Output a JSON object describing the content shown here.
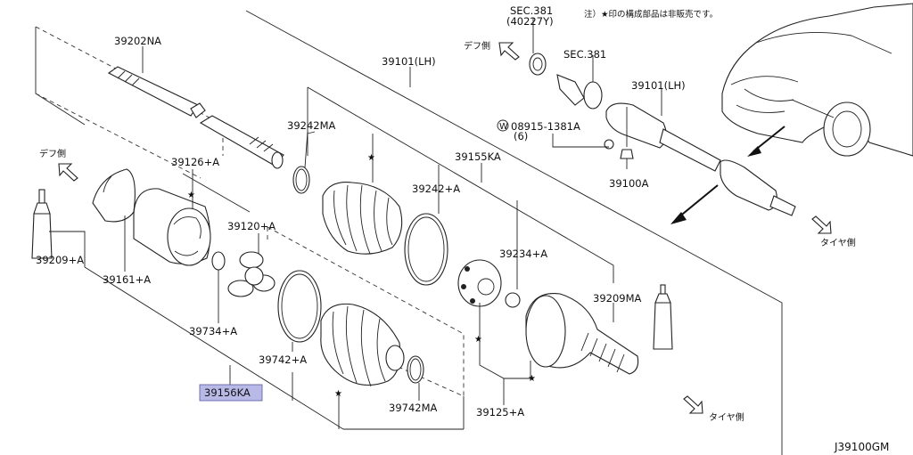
{
  "diagram": {
    "note": "注）★印の構成部品は非販売です。",
    "code": "J39100GM",
    "direction_labels": {
      "diff_top": "デフ側",
      "diff_left": "デフ側",
      "tire_right": "タイヤ側",
      "tire_bottom": "タイヤ側"
    },
    "parts": {
      "p39202NA": "39202NA",
      "p39101LH_a": "39101(LH)",
      "p39101LH_b": "39101(LH)",
      "p39242MA": "39242MA",
      "p39126A": "39126+A",
      "p39155KA": "39155KA",
      "p39242A": "39242+A",
      "p39120A": "39120+A",
      "p39209A": "39209+A",
      "p39161A": "39161+A",
      "p39234A": "39234+A",
      "p39209MA": "39209MA",
      "p39734A": "39734+A",
      "p39742A": "39742+A",
      "p39156KA": "39156KA",
      "p39742MA": "39742MA",
      "p39125A": "39125+A",
      "p39100A": "39100A",
      "sec381a": "SEC.381",
      "sec381a_sub": "(40227Y)",
      "sec381b": "SEC.381",
      "bolt": "08915-1381A",
      "bolt_qty": "(6)",
      "bolt_mark": "W"
    },
    "star": "★"
  }
}
